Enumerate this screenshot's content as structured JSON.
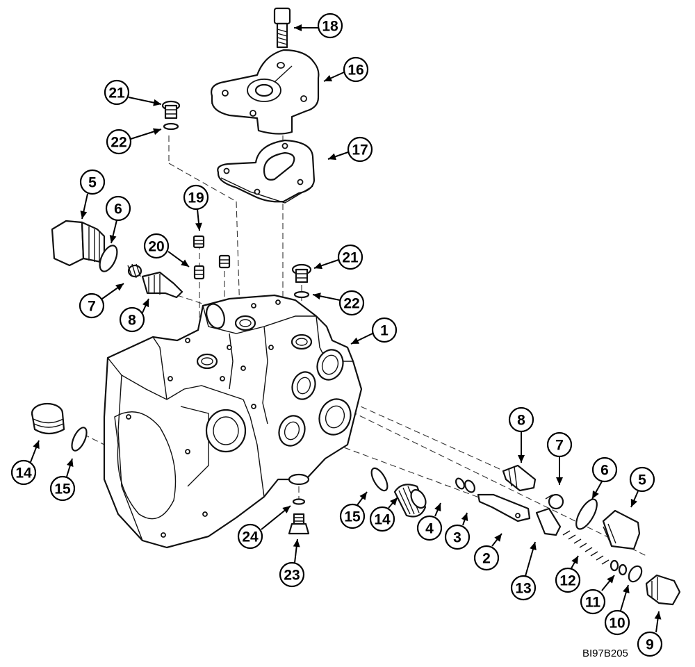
{
  "figure_id": "BI97B205",
  "callouts": [
    {
      "label": "1"
    },
    {
      "label": "2"
    },
    {
      "label": "3"
    },
    {
      "label": "4"
    },
    {
      "label": "5"
    },
    {
      "label": "5"
    },
    {
      "label": "6"
    },
    {
      "label": "6"
    },
    {
      "label": "7"
    },
    {
      "label": "7"
    },
    {
      "label": "8"
    },
    {
      "label": "8"
    },
    {
      "label": "9"
    },
    {
      "label": "10"
    },
    {
      "label": "11"
    },
    {
      "label": "12"
    },
    {
      "label": "13"
    },
    {
      "label": "14"
    },
    {
      "label": "14"
    },
    {
      "label": "15"
    },
    {
      "label": "15"
    },
    {
      "label": "16"
    },
    {
      "label": "17"
    },
    {
      "label": "18"
    },
    {
      "label": "19"
    },
    {
      "label": "20"
    },
    {
      "label": "21"
    },
    {
      "label": "21"
    },
    {
      "label": "22"
    },
    {
      "label": "22"
    },
    {
      "label": "23"
    },
    {
      "label": "24"
    }
  ]
}
